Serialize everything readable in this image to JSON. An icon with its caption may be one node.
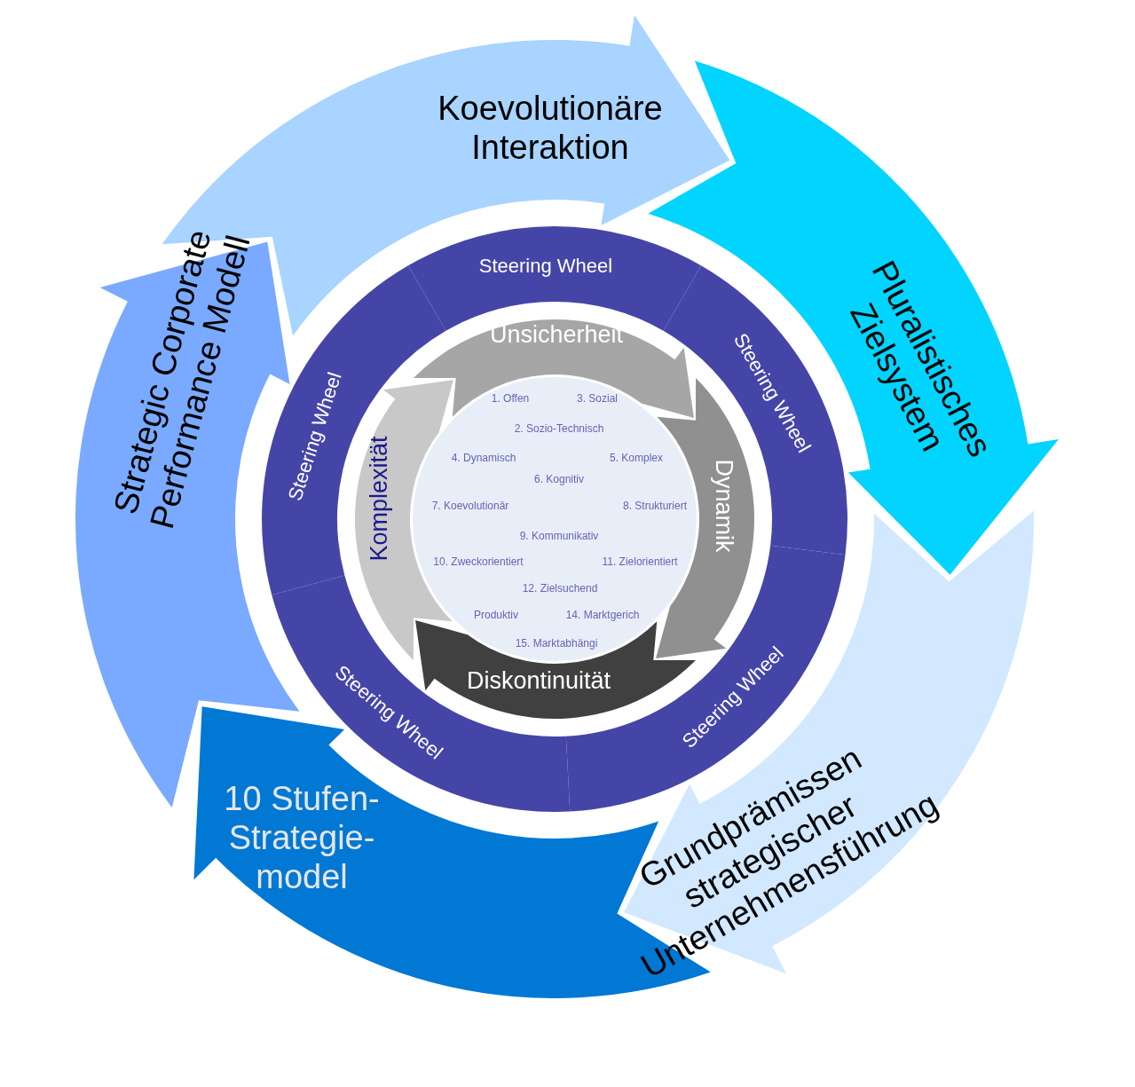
{
  "diagram": {
    "nodes": [
      {
        "text": [
          "Koevolutionäre Interaktion"
        ]
      },
      {
        "text": [
          "Pluralistisches Zielsystem"
        ]
      },
      {
        "text": [
          "Grundprämissen strategischer Unternehmensführung"
        ]
      },
      {
        "text": [
          "10 Stufen-Strategie-model"
        ]
      },
      {
        "text": [
          "Strategic Corporate Performance Modell"
        ]
      },
      {
        "text": [
          "Steering Wheel"
        ]
      },
      {
        "text": [
          "Steering Wheel"
        ]
      },
      {
        "text": [
          "Steering Wheel"
        ]
      },
      {
        "text": [
          "Steering Wheel"
        ]
      },
      {
        "text": [
          "Steering Wheel"
        ]
      },
      {
        "text": [
          "Unsicherheit"
        ]
      },
      {
        "text": [
          "Dynamik"
        ]
      },
      {
        "text": [
          "Diskontinuität"
        ]
      },
      {
        "text": [
          "Komplexität"
        ]
      },
      {
        "text": [
          "1. Offen",
          "3. Sozial",
          "2. Sozio-Technisch",
          "4. Dynamisch",
          "5. Komplex",
          "6. Kognitiv",
          "7. Koevolutionär",
          "8. Strukturiert",
          "9. Kommunikativ",
          "10. Zweckorientiert",
          "11. Zielorientiert",
          "12. Zielsuchend",
          "Produktiv",
          "14. Marktgerich",
          "15. Marktabhängi"
        ]
      }
    ]
  }
}
